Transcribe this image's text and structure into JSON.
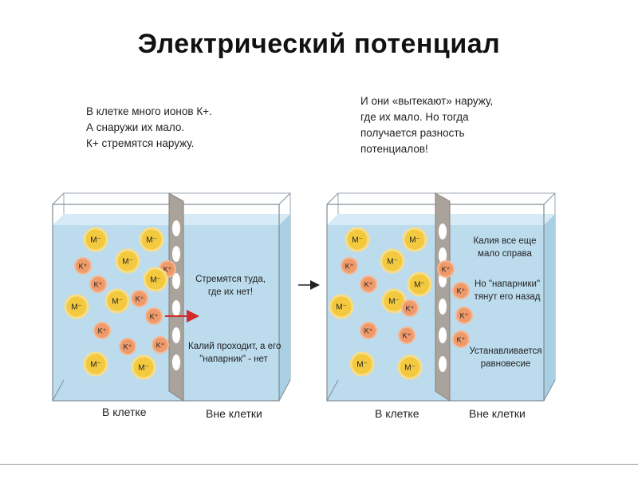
{
  "title": "Электрический потенциал",
  "notes": {
    "left": [
      "В клетке много ионов К+.",
      "А снаружи их мало.",
      "К+ стремятся наружу."
    ],
    "right": [
      "И они «вытекают» наружу,",
      "где их мало. Но тогда",
      "получается разность",
      "потенциалов!"
    ]
  },
  "panel_left": {
    "label_inside": "В клетке",
    "label_outside": "Вне клетки",
    "text_top": [
      "Стремятся туда,",
      "где их нет!"
    ],
    "text_bottom": [
      "Калий проходит, а его",
      "\"напарник\" - нет"
    ]
  },
  "panel_right": {
    "label_inside": "В клетке",
    "label_outside": "Вне клетки",
    "text_1": [
      "Калия все еще",
      "мало справа"
    ],
    "text_2": [
      "Но \"напарники\"",
      "тянут его назад"
    ],
    "text_3": [
      "Устанавливается",
      "равновесие"
    ]
  },
  "ions": {
    "anion_label": "M⁻",
    "cation_label": "K⁺"
  },
  "colors": {
    "water": "#bcdcee",
    "membrane": "#a9a39c",
    "anion_fill": "#f3c93f",
    "cation_fill": "#ef9a6a",
    "arrow_red": "#d22b2b"
  }
}
